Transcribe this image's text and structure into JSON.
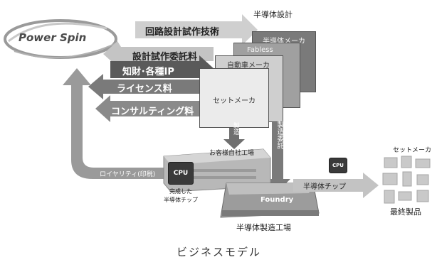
{
  "logo": {
    "text": "Power Spin"
  },
  "labels": {
    "semiconductor_design": "半導体設計",
    "circuit_design_tech": "回路設計試作技術",
    "design_fee": "設計試作委託料",
    "ip": "知財･各種IP",
    "license_fee": "ライセンス料",
    "consulting_fee": "コンサルティング料",
    "manufacturing": "製造",
    "manufacturing_outsourcing": "製造委託",
    "customer_factory": "お客様自社工場",
    "royalty": "ロイヤリティ(印税)",
    "completed_chip_line1": "完成した",
    "completed_chip_line2": "半導体チップ",
    "foundry": "Foundry",
    "semiconductor_factory": "半導体製造工場",
    "semiconductor_chip": "半導体チップ",
    "set_maker_top": "セットメーカ",
    "final_product": "最終製品",
    "footer_title": "ビジネスモデル",
    "chip_icon_text": "CPU"
  },
  "stack_cards": [
    {
      "label": "半導体メーカ"
    },
    {
      "label": "Fabless"
    },
    {
      "label": "自動車メーカ"
    },
    {
      "label": "セットメーカ"
    }
  ],
  "colors": {
    "arrow_light": "#bdbdbd",
    "arrow_mid": "#8c8c8c",
    "arrow_dark": "#5a5a5a",
    "card_dark": "#7a7a7a",
    "card_mid": "#a0a0a0",
    "card_light": "#cfcfcf",
    "card_front": "#ebebeb"
  }
}
